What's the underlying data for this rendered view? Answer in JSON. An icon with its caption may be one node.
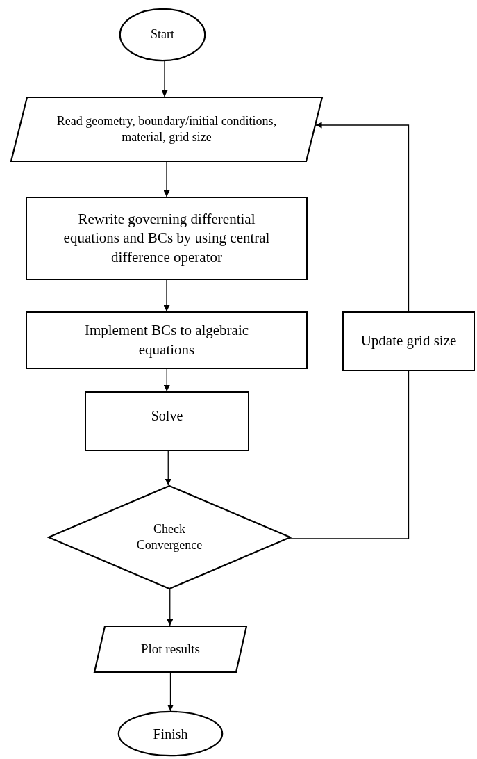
{
  "diagram": {
    "nodes": [
      {
        "text": [
          "Start"
        ]
      },
      {
        "text": [
          "Read geometry, boundary/initial conditions, material, grid size"
        ]
      },
      {
        "text": [
          "Rewrite governing differential equations and BCs by using central difference operator"
        ]
      },
      {
        "text": [
          "Implement BCs to algebraic equations"
        ]
      },
      {
        "text": [
          "Update grid size"
        ]
      },
      {
        "text": [
          "Solve"
        ]
      },
      {
        "text": [
          "Check Convergence"
        ]
      },
      {
        "text": [
          "Plot results"
        ]
      },
      {
        "text": [
          "Finish"
        ]
      }
    ],
    "edges": [
      {
        "from": 0,
        "to": 1,
        "arrow": "to"
      },
      {
        "from": 1,
        "to": 2,
        "arrow": "to"
      },
      {
        "from": 2,
        "to": 3,
        "arrow": "to"
      },
      {
        "from": 3,
        "to": 5,
        "arrow": "to"
      },
      {
        "from": 5,
        "to": 6,
        "arrow": "to"
      },
      {
        "from": 6,
        "to": 7,
        "arrow": "to"
      },
      {
        "from": 7,
        "to": 8,
        "arrow": "to"
      },
      {
        "from": 6,
        "to": 4,
        "arrow": "none"
      },
      {
        "from": 4,
        "to": 1,
        "arrow": "to"
      }
    ]
  }
}
